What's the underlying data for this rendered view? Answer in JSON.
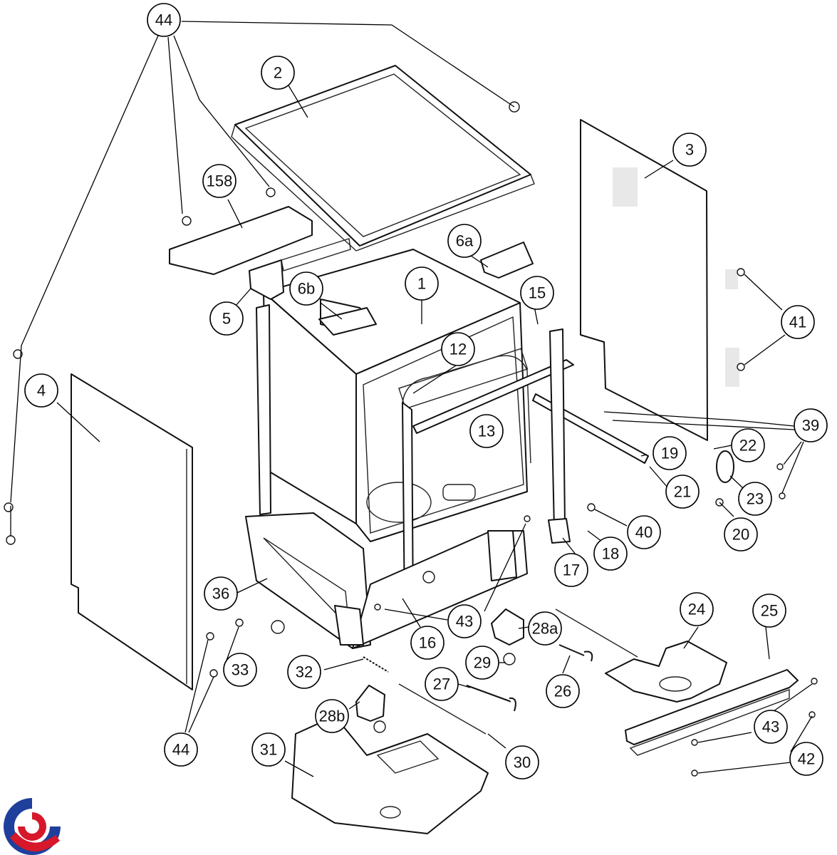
{
  "diagram": {
    "type": "exploded-parts-diagram",
    "callouts": {
      "c44_top": "44",
      "c2": "2",
      "c158": "158",
      "c3": "3",
      "c6a": "6a",
      "c1": "1",
      "c15": "15",
      "c6b": "6b",
      "c5": "5",
      "c41": "41",
      "c4": "4",
      "c12": "12",
      "c13": "13",
      "c39": "39",
      "c22": "22",
      "c19": "19",
      "c21": "21",
      "c23": "23",
      "c40": "40",
      "c20": "20",
      "c18": "18",
      "c17": "17",
      "c36": "36",
      "c43_mid": "43",
      "c28a": "28a",
      "c24": "24",
      "c25": "25",
      "c16": "16",
      "c29": "29",
      "c33": "33",
      "c32": "32",
      "c27": "27",
      "c26": "26",
      "c28b": "28b",
      "c43_low": "43",
      "c42": "42",
      "c44_bottom": "44",
      "c31": "31",
      "c30": "30"
    },
    "logo": {
      "colors": [
        "#1f3f9c",
        "#d6182a"
      ]
    }
  }
}
